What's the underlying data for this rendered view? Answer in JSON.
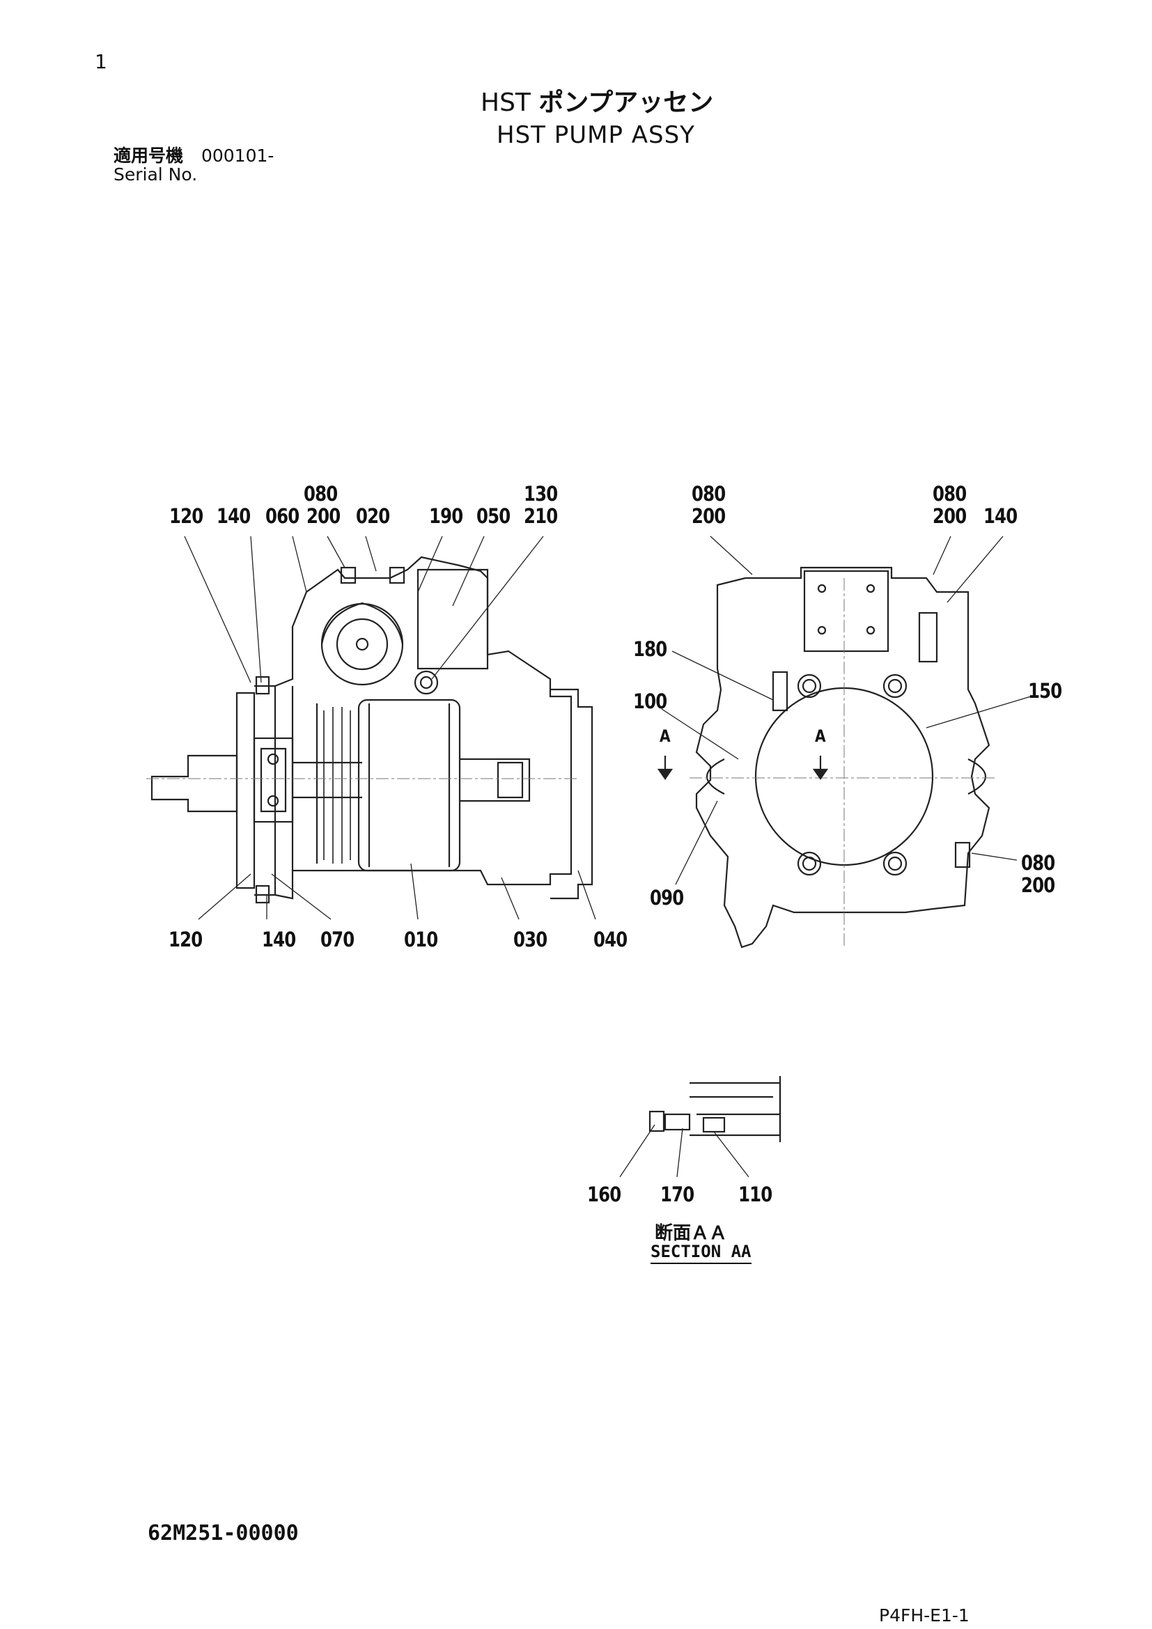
{
  "page_number": "1",
  "title_jp_prefix": "HST",
  "title_jp_main": "ポンプアッセン",
  "title_en": "HST PUMP ASSY",
  "serial_label_jp": "適用号機",
  "serial_value": "000101-",
  "serial_label_en": "Serial No.",
  "section_label_jp": "断面ＡＡ",
  "section_label_en": "SECTION AA",
  "drawing_number": "62M251-00000",
  "page_code": "P4FH-E1-1",
  "labels": {
    "l080a": "080",
    "l130": "130",
    "l120a": "120",
    "l140a": "140",
    "l060": "060",
    "l200a": "200",
    "l020": "020",
    "l190": "190",
    "l050": "050",
    "l210": "210",
    "l120b": "120",
    "l140b": "140",
    "l070": "070",
    "l010": "010",
    "l030": "030",
    "l040": "040",
    "l080b": "080",
    "l200b": "200",
    "l080c": "080",
    "l200c": "200",
    "l140c": "140",
    "l180": "180",
    "l100": "100",
    "l150": "150",
    "l090": "090",
    "l080d": "080",
    "l200d": "200",
    "lA1": "A",
    "lA2": "A",
    "l160": "160",
    "l170": "170",
    "l110": "110"
  }
}
